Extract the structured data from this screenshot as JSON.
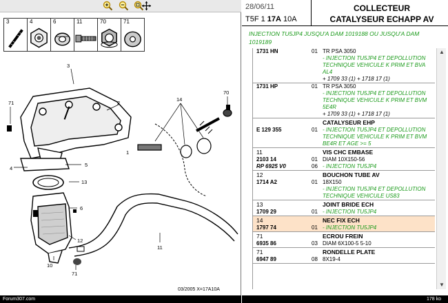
{
  "left_pane": {
    "parts_bar": [
      {
        "num": "3",
        "icon": "stud-icon"
      },
      {
        "num": "4",
        "icon": "nut-icon"
      },
      {
        "num": "6",
        "icon": "washer-icon"
      },
      {
        "num": "11",
        "icon": "bolt-icon"
      },
      {
        "num": "70",
        "icon": "flange-nut-icon"
      },
      {
        "num": "71",
        "icon": "flat-washer-icon"
      }
    ],
    "diagram_labels": [
      "3",
      "2",
      "14",
      "70",
      "71",
      "1",
      "4",
      "5",
      "13",
      "6",
      "12",
      "10",
      "71",
      "11"
    ],
    "diagram_footer": "03/2005  X=17A10A",
    "status": "Forum307.com"
  },
  "header": {
    "date": "28/06/11",
    "model_prefix": "T5F 1",
    "model_bold": "17A",
    "model_suffix": "10A",
    "title_line1": "COLLECTEUR",
    "title_line2": "CATALYSEUR ECHAPP AV"
  },
  "note": "INJECTION TU5JP4 JUSQU'A DAM 1019188 OU JUSQU'A DAM 1019189",
  "parts_list": [
    {
      "num": "",
      "title": "",
      "highlight": false,
      "rows": [
        {
          "ref": "1731 HN",
          "qty": "01",
          "desc": "TR PSA 3050",
          "style": "normal"
        },
        {
          "ref": "",
          "qty": "",
          "desc": "- INJECTION TU5JP4 ET DEPOLLUTION",
          "style": "green"
        },
        {
          "ref": "",
          "qty": "",
          "desc": "TECHNIQUE VEHICULE K PRIM ET BVA",
          "style": "green"
        },
        {
          "ref": "",
          "qty": "",
          "desc": "AL4",
          "style": "green"
        },
        {
          "ref": "",
          "qty": "",
          "desc": "+ 1709 33 (1) + 1718 17 (1)",
          "style": "italic"
        }
      ]
    },
    {
      "num": "",
      "title": "",
      "highlight": false,
      "rows": [
        {
          "ref": "1731 HP",
          "qty": "01",
          "desc": "TR PSA 3050",
          "style": "normal"
        },
        {
          "ref": "",
          "qty": "",
          "desc": "- INJECTION TU5JP4 ET DEPOLLUTION",
          "style": "green"
        },
        {
          "ref": "",
          "qty": "",
          "desc": "TECHNIQUE VEHICULE K PRIM ET BVM",
          "style": "green"
        },
        {
          "ref": "",
          "qty": "",
          "desc": "5E4R",
          "style": "green"
        },
        {
          "ref": "",
          "qty": "",
          "desc": "+ 1709 33 (1) + 1718 17 (1)",
          "style": "italic"
        }
      ]
    },
    {
      "num": "",
      "title": "CATALYSEUR EHP",
      "highlight": false,
      "rows": [
        {
          "ref": "E 129 355",
          "qty": "01",
          "desc": "- INJECTION TU5JP4 ET DEPOLLUTION",
          "style": "green"
        },
        {
          "ref": "",
          "qty": "",
          "desc": "TECHNIQUE VEHICULE K PRIM ET BVM",
          "style": "green"
        },
        {
          "ref": "",
          "qty": "",
          "desc": "BE4R ET AGE >= 5",
          "style": "green"
        }
      ]
    },
    {
      "num": "11",
      "title": "VIS CHC EMBASE",
      "highlight": false,
      "rows": [
        {
          "ref": "2103 14",
          "qty": "01",
          "desc": "DIAM 10X150-56",
          "style": "normal"
        },
        {
          "ref": "RP 6925 V0",
          "qty": "06",
          "desc": "- INJECTION TU5JP4",
          "style": "green"
        }
      ]
    },
    {
      "num": "12",
      "title": "BOUCHON TUBE AV",
      "highlight": false,
      "rows": [
        {
          "ref": "1714 A2",
          "qty": "01",
          "desc": "18X150",
          "style": "normal"
        },
        {
          "ref": "",
          "qty": "",
          "desc": "- INJECTION TU5JP4 ET DEPOLLUTION",
          "style": "green"
        },
        {
          "ref": "",
          "qty": "",
          "desc": "TECHNIQUE VEHICULE US83",
          "style": "green"
        }
      ]
    },
    {
      "num": "13",
      "title": "JOINT BRIDE ECH",
      "highlight": false,
      "rows": [
        {
          "ref": "1709 29",
          "qty": "01",
          "desc": "- INJECTION TU5JP4",
          "style": "green"
        }
      ]
    },
    {
      "num": "14",
      "title": "NEC FIX ECH",
      "highlight": true,
      "rows": [
        {
          "ref": "1797 74",
          "qty": "01",
          "desc": "- INJECTION TU5JP4",
          "style": "green"
        }
      ]
    },
    {
      "num": "71",
      "title": "ECROU FREIN",
      "highlight": false,
      "rows": [
        {
          "ref": "6935 86",
          "qty": "03",
          "desc": "DIAM 6X100-5 5-10",
          "style": "normal"
        }
      ]
    },
    {
      "num": "71",
      "title": "RONDELLE PLATE",
      "highlight": false,
      "rows": [
        {
          "ref": "6947 89",
          "qty": "08",
          "desc": "8X19-4",
          "style": "normal"
        }
      ]
    }
  ],
  "status_right": "178 ko",
  "colors": {
    "accent_green": "#1a9a1a",
    "highlight": "#fde2c8",
    "toolbar_icon": "#d9a400"
  }
}
